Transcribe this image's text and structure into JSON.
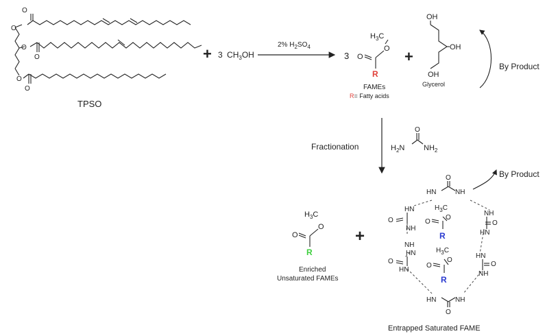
{
  "reaction": {
    "reactant": {
      "label": "TPSO",
      "ester_oxygen": "O",
      "carbonyl_oxygen": "O"
    },
    "plus_sign": "+",
    "methanol": {
      "coefficient": "3",
      "formula": "CH",
      "sub": "3",
      "tail": "OH"
    },
    "catalyst": {
      "text": "2% H",
      "sub": "2",
      "tail": "SO",
      "sub2": "4"
    },
    "product_coefficient": "3",
    "fame": {
      "methyl": "H",
      "methyl_sub": "3",
      "methyl_c": "C",
      "ether_o": "O",
      "carbonyl_o": "O",
      "r_group": "R",
      "label": "FAMEs",
      "r_note_symbol": "R",
      "r_note_text": "= Fatty acids"
    },
    "glycerol": {
      "oh": "OH",
      "label": "Glycerol"
    },
    "byproduct_label": "By Product"
  },
  "fractionation": {
    "label": "Fractionation",
    "urea": {
      "nh_left": "H",
      "nh_left_sub": "2",
      "nh_left_n": "N",
      "nh_right": "NH",
      "nh_right_sub": "2",
      "o": "O"
    }
  },
  "separation": {
    "enriched": {
      "methyl": "H",
      "methyl_sub": "3",
      "methyl_c": "C",
      "ether_o": "O",
      "carbonyl_o": "O",
      "r_group": "R",
      "label_line1": "Enriched",
      "label_line2": "Unsaturated FAMEs"
    },
    "plus_sign": "+",
    "complex": {
      "nh": "NH",
      "hn": "HN",
      "o": "O",
      "r_group": "R",
      "methyl": "H",
      "methyl_sub": "3",
      "methyl_c": "C",
      "label": "Entrapped Saturated FAME",
      "byproduct_label": "By Product"
    }
  },
  "colors": {
    "ink": "#222222",
    "r_fame": "#e0403a",
    "r_unsaturated": "#3ecf3e",
    "r_saturated": "#2a3ad0",
    "dashed": "#444444"
  }
}
